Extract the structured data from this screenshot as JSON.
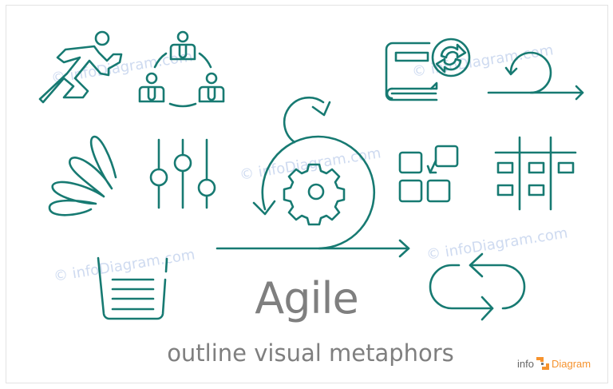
{
  "slide": {
    "title": "Agile",
    "subtitle": "outline visual metaphors",
    "watermark_text": "© infoDiagram.com",
    "colors": {
      "icon_stroke": "#177a72",
      "title_text": "#7f7f7f",
      "watermark": "#c9d7ef",
      "logo_accent": "#f6932e",
      "logo_text": "#666666",
      "frame_border": "#e3e3e3"
    },
    "icons": [
      {
        "name": "running-person-icon"
      },
      {
        "name": "team-cycle-icon"
      },
      {
        "name": "backlog-book-sync-icon"
      },
      {
        "name": "loop-arrow-icon"
      },
      {
        "name": "spring-coil-icon"
      },
      {
        "name": "sliders-icon"
      },
      {
        "name": "scrum-cycle-gear-icon"
      },
      {
        "name": "grid-move-icon"
      },
      {
        "name": "kanban-board-icon"
      },
      {
        "name": "bucket-list-icon"
      },
      {
        "name": "refresh-arrows-icon"
      }
    ]
  },
  "logo": {
    "left_text": "info",
    "right_text": "Diagram"
  }
}
